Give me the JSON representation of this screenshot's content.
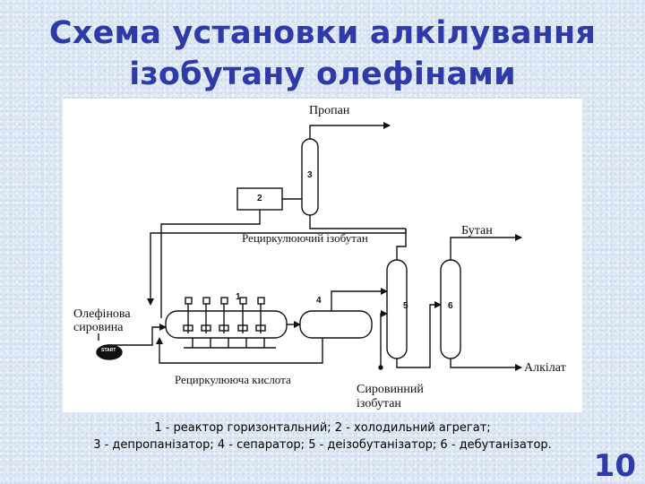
{
  "slide": {
    "title_line1": "Схема установки алкілування",
    "title_line2": "ізобутану олефінами",
    "page_number": "10"
  },
  "diagram": {
    "streams": {
      "propane": "Пропан",
      "butane": "Бутан",
      "recycle_isobutane": "Рециркулюючий  ізобутан",
      "olefin_feed_line1": "Олефінова",
      "olefin_feed_line2": "сировина",
      "recycle_acid": "Рециркулююча кислота",
      "raw_isobutane_line1": "Сировинний",
      "raw_isobutane_line2": "ізобутан",
      "alkylate": "Алкілат"
    },
    "pump_label": "START",
    "equipment_numbers": {
      "reactor": "1",
      "refrigeration": "2",
      "depropanizer": "3",
      "separator": "4",
      "deisobutanizer": "5",
      "debutanizer": "6"
    }
  },
  "caption": {
    "line1": "1 - реактор горизонтальний; 2 - холодильний агрегат;",
    "line2": "3 - депропанізатор; 4 - сепаратор; 5 - деізобутанізатор; 6 - дебутанізатор."
  }
}
